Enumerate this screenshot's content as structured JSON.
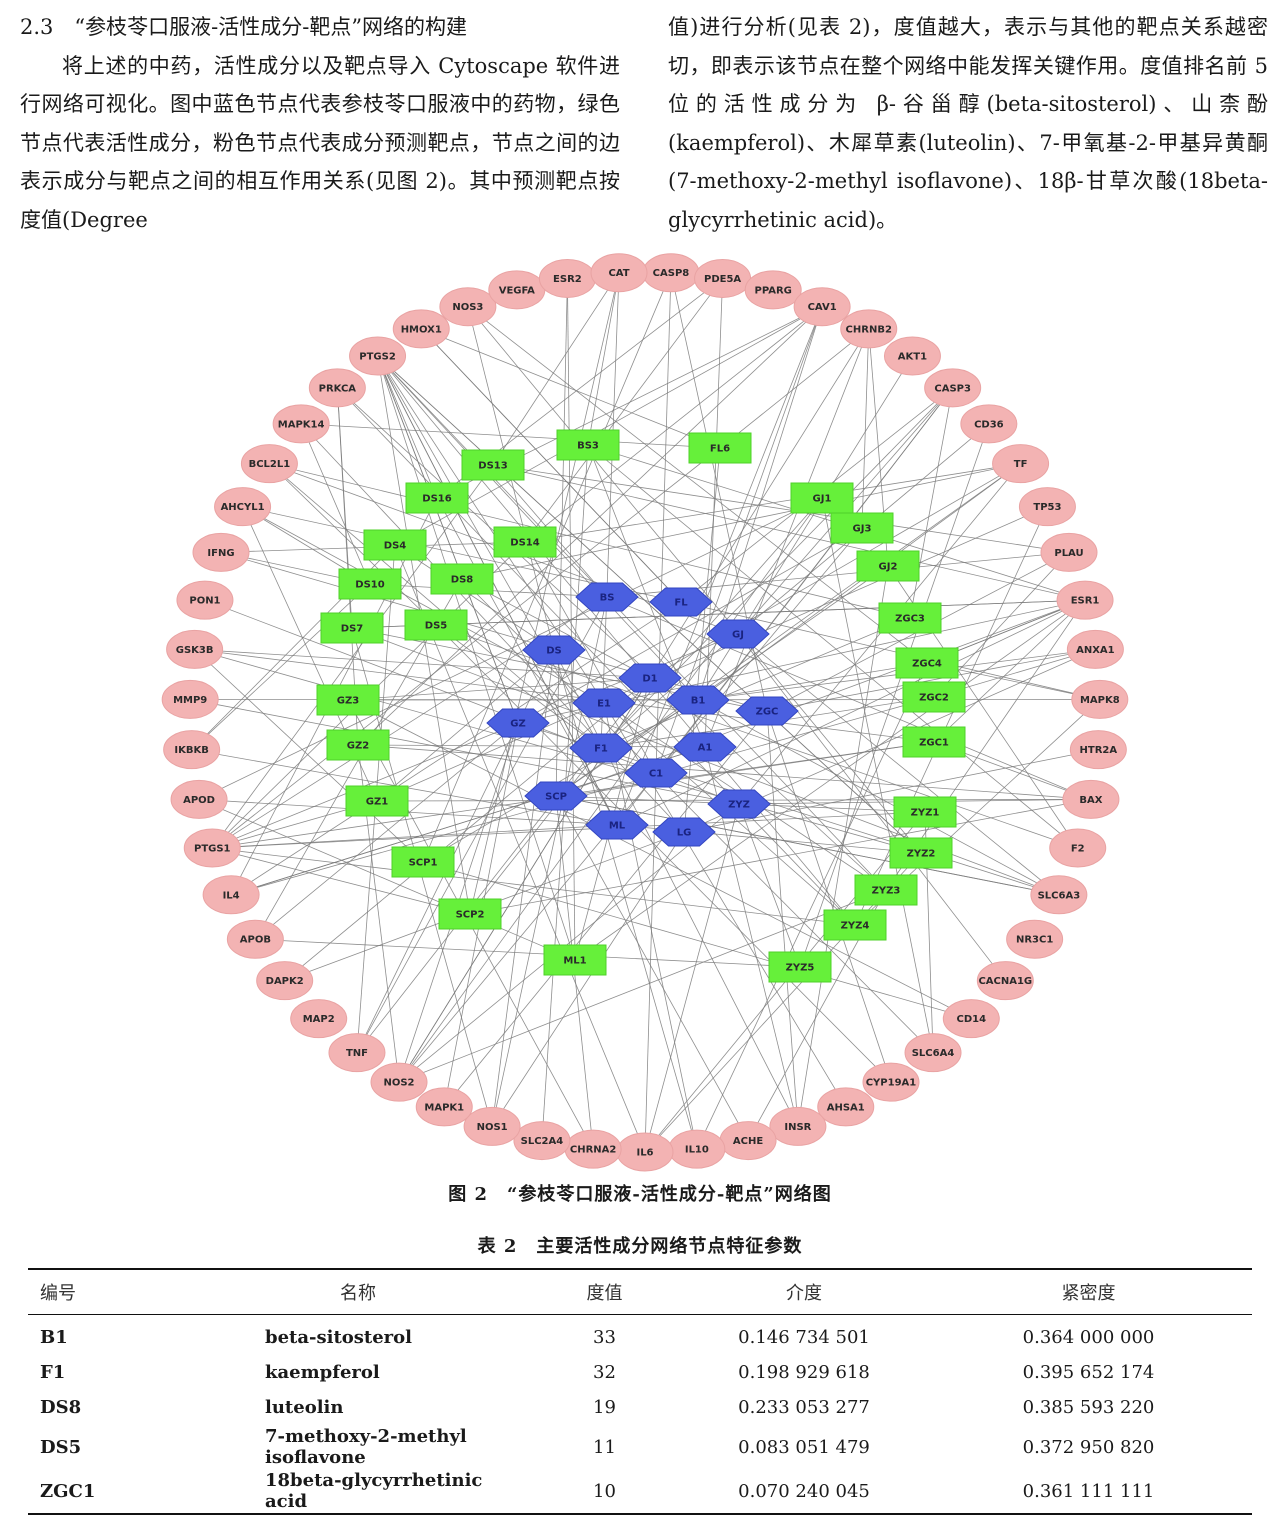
{
  "text": {
    "left": {
      "heading": "2.3　“参枝苓口服液-活性成分-靶点”网络的构建",
      "para": "将上述的中药，活性成分以及靶点导入 Cytoscape 软件进行网络可视化。图中蓝色节点代表参枝苓口服液中的药物，绿色节点代表活性成分，粉色节点代表成分预测靶点，节点之间的边表示成分与靶点之间的相互作用关系(见图 2)。其中预测靶点按度值(Degree"
    },
    "right": {
      "para": "值)进行分析(见表 2)，度值越大，表示与其他的靶点关系越密切，即表示该节点在整个网络中能发挥关键作用。度值排名前 5 位的活性成分为 β-谷甾醇(beta-sitosterol)、山柰酚(kaempferol)、木犀草素(luteolin)、7-甲氧基-2-甲基异黄酮(7-methoxy-2-methyl isoflavone)、18β-甘草次酸(18beta-glycyrrhetinic acid)。"
    }
  },
  "figure": {
    "caption": "图 2　“参枝苓口服液-活性成分-靶点”网络图",
    "colors": {
      "drug": "#4a5fe0",
      "ingredient": "#66f03a",
      "target": "#f3b3b3",
      "edge": "#7a7a7a"
    },
    "targets": [
      "CASP8",
      "PDE5A",
      "PPARG",
      "CAV1",
      "CHRNB2",
      "AKT1",
      "CASP3",
      "CD36",
      "TF",
      "TP53",
      "PLAU",
      "ESR1",
      "ANXA1",
      "MAPK8",
      "HTR2A",
      "BAX",
      "F2",
      "SLC6A3",
      "NR3C1",
      "CACNA1G",
      "CD14",
      "SLC6A4",
      "CYP19A1",
      "AHSA1",
      "INSR",
      "ACHE",
      "IL10",
      "IL6",
      "CHRNA2",
      "SLC2A4",
      "NOS1",
      "MAPK1",
      "NOS2",
      "TNF",
      "MAP2",
      "DAPK2",
      "APOB",
      "IL4",
      "PTGS1",
      "APOD",
      "IKBKB",
      "MMP9",
      "GSK3B",
      "PON1",
      "IFNG",
      "AHCYL1",
      "BCL2L1",
      "MAPK14",
      "PRKCA",
      "PTGS2",
      "HMOX1",
      "NOS3",
      "VEGFA",
      "ESR2",
      "CAT"
    ],
    "ingredients": [
      "BS3",
      "FL6",
      "DS13",
      "DS16",
      "DS4",
      "DS14",
      "DS10",
      "DS8",
      "DS7",
      "DS5",
      "GJ1",
      "GJ3",
      "GJ2",
      "ZGC3",
      "ZGC4",
      "ZGC2",
      "ZGC1",
      "GZ3",
      "GZ2",
      "GZ1",
      "SCP1",
      "SCP2",
      "ML1",
      "ZYZ1",
      "ZYZ2",
      "ZYZ3",
      "ZYZ4",
      "ZYZ5"
    ],
    "drugs": [
      "BS",
      "FL",
      "GJ",
      "DS",
      "D1",
      "E1",
      "B1",
      "ZGC",
      "GZ",
      "F1",
      "A1",
      "C1",
      "SCP",
      "ZYZ",
      "ML",
      "LG"
    ]
  },
  "table": {
    "caption": "表 2　主要活性成分网络节点特征参数",
    "headers": [
      "编号",
      "名称",
      "度值",
      "介度",
      "紧密度"
    ],
    "rows": [
      [
        "B1",
        "beta-sitosterol",
        "33",
        "0.146 734 501",
        "0.364 000 000"
      ],
      [
        "F1",
        "kaempferol",
        "32",
        "0.198 929 618",
        "0.395 652 174"
      ],
      [
        "DS8",
        "luteolin",
        "19",
        "0.233 053 277",
        "0.385 593 220"
      ],
      [
        "DS5",
        "7-methoxy-2-methyl isoflavone",
        "11",
        "0.083 051 479",
        "0.372 950 820"
      ],
      [
        "ZGC1",
        "18beta-glycyrrhetinic acid",
        "10",
        "0.070 240 045",
        "0.361 111 111"
      ]
    ]
  }
}
